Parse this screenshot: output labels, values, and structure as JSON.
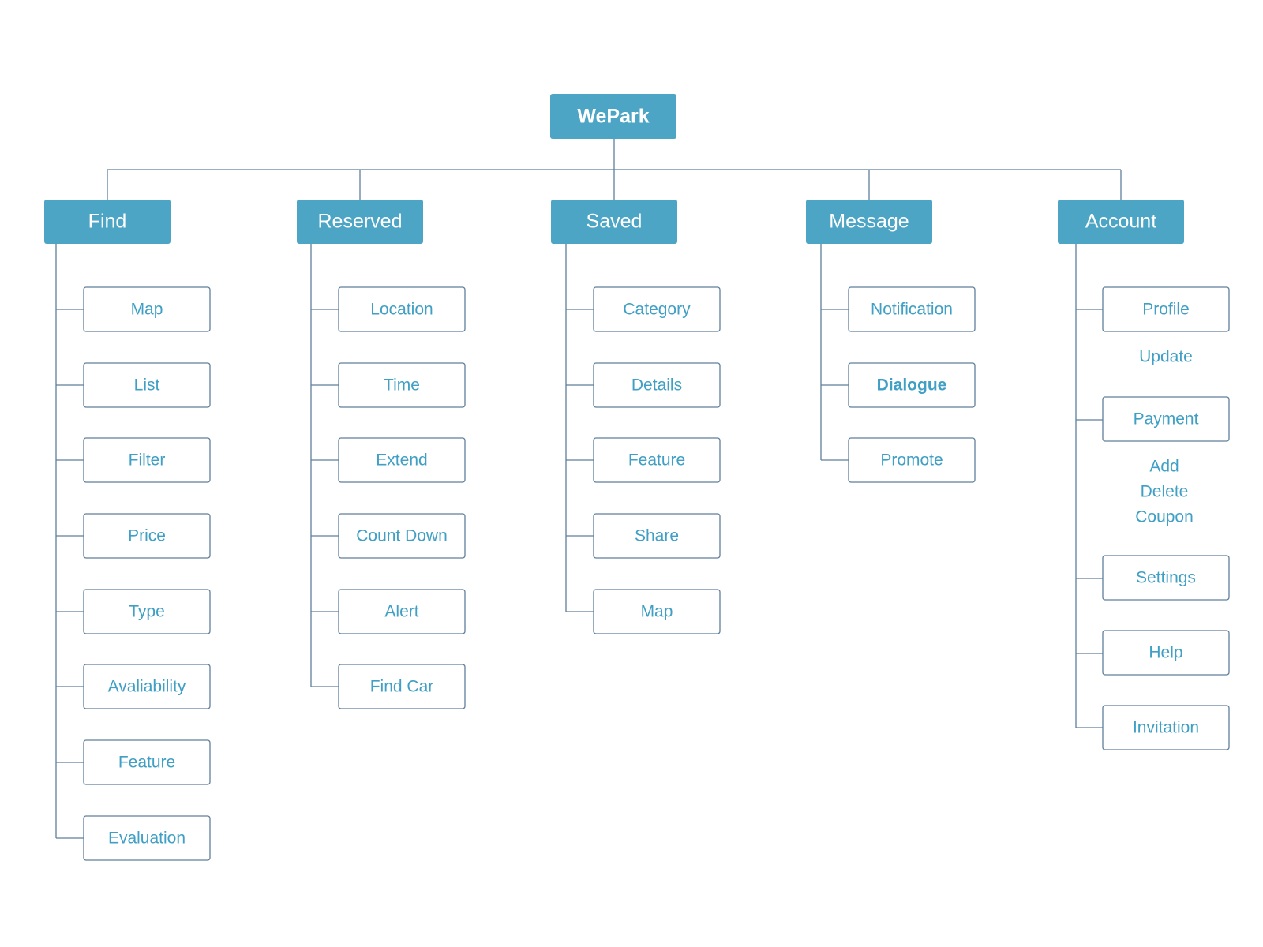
{
  "colors": {
    "accent": "#4ca5c5",
    "line": "#5f7f9b",
    "text": "#3f9fc4",
    "background": "#ffffff"
  },
  "root": "WePark",
  "categories": [
    {
      "label": "Find",
      "items": [
        "Map",
        "List",
        "Filter",
        "Price",
        "Type",
        "Avaliability",
        "Feature",
        "Evaluation"
      ]
    },
    {
      "label": "Reserved",
      "items": [
        "Location",
        "Time",
        "Extend",
        "Count Down",
        "Alert",
        "Find Car"
      ]
    },
    {
      "label": "Saved",
      "items": [
        "Category",
        "Details",
        "Feature",
        "Share",
        "Map"
      ]
    },
    {
      "label": "Message",
      "items": [
        "Notification",
        "Dialogue",
        "Promote"
      ]
    },
    {
      "label": "Account",
      "items": [
        "Profile",
        "Payment",
        "Settings",
        "Help",
        "Invitation"
      ],
      "notes": [
        "Update",
        "Add",
        "Delete",
        "Coupon"
      ]
    }
  ]
}
